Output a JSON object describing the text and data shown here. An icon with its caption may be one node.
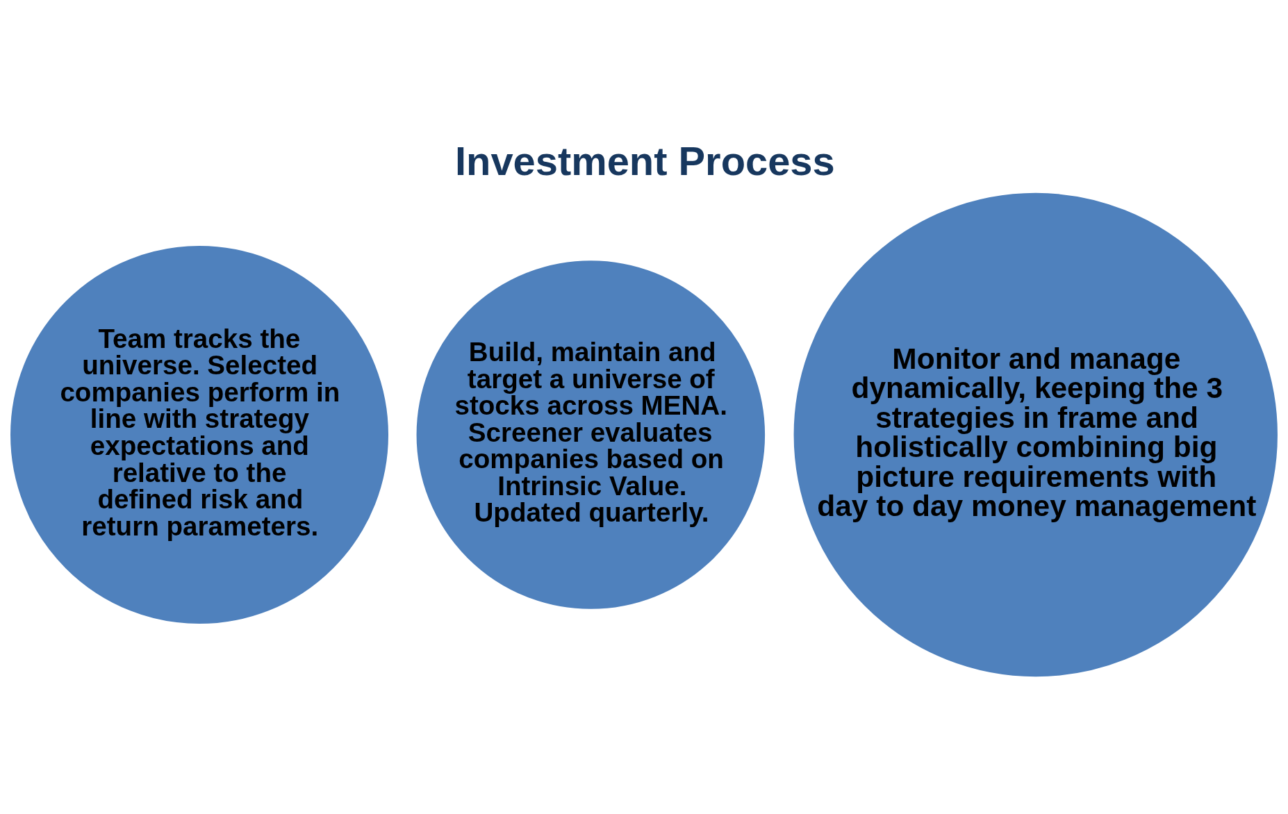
{
  "diagram": {
    "title": "Investment Process",
    "nodes": [
      {
        "text": [
          "Build, maintain and target a universe of stocks across MENA. Screener evaluates companies based on Intrinsic Value. Updated quarterly."
        ]
      },
      {
        "text": [
          "Monitor and manage dynamically, keeping the 3 strategies in frame and holistically combining big picture requirements with day to day money management"
        ]
      },
      {
        "text": [
          "Team tracks the universe. Selected companies perform in line with strategy expectations and relative to the defined risk and return parameters."
        ]
      }
    ]
  }
}
